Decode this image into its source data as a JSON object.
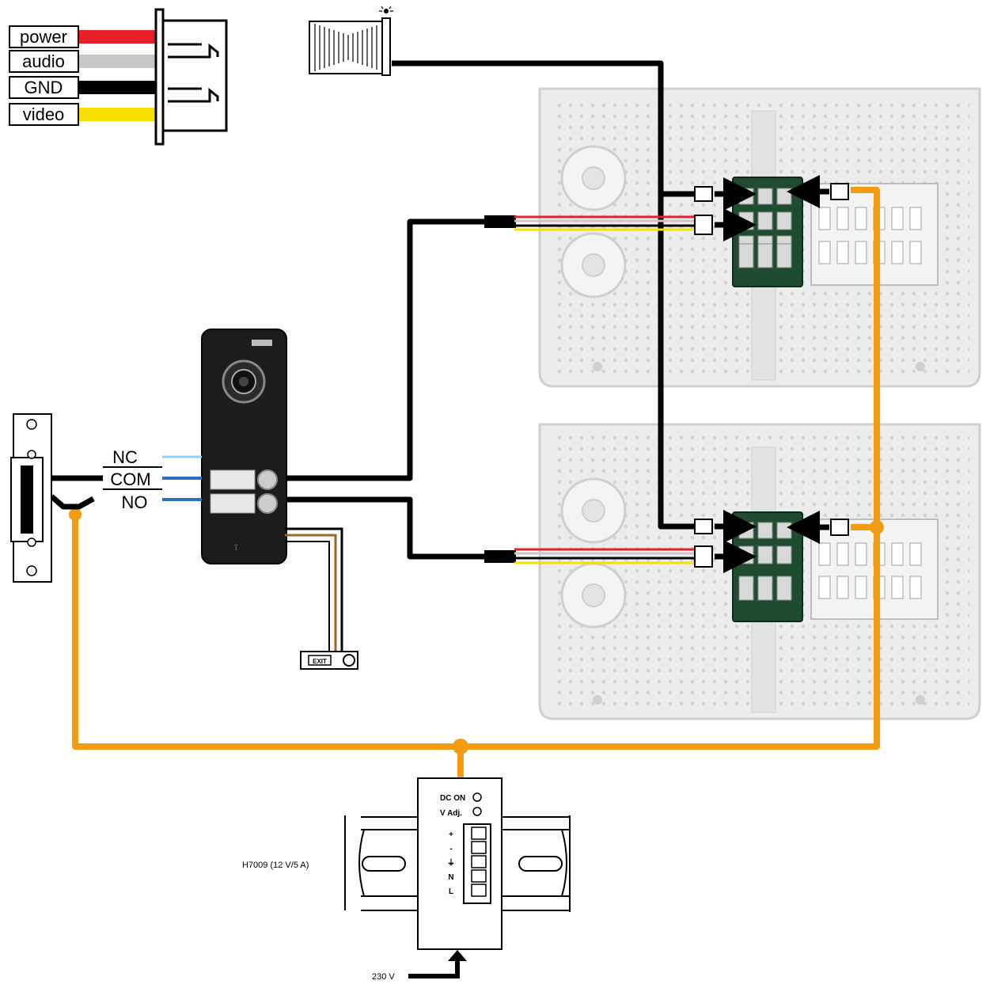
{
  "legend": {
    "items": [
      {
        "label": "power",
        "color": "#e8202a"
      },
      {
        "label": "audio",
        "color": "#c8c8c8"
      },
      {
        "label": "GND",
        "color": "#000000"
      },
      {
        "label": "video",
        "color": "#f5e000"
      }
    ]
  },
  "relay": {
    "nc": "NC",
    "com": "COM",
    "no": "NO"
  },
  "exit_button": {
    "label": "EXIT"
  },
  "power_supply": {
    "model": "H7009 (12 V/5 A)",
    "dc_on": "DC ON",
    "v_adj": "V Adj.",
    "terminals": [
      "+",
      "-",
      "⏚",
      "N",
      "L"
    ],
    "mains": "230 V"
  },
  "colors": {
    "power_line": "#f39c12",
    "signal_wire": "#000000",
    "relay_nc": "#8fd3f0",
    "relay_com_no": "#2f6fc0",
    "monitor_body": "#ececec",
    "pcb": "#1f4b30"
  }
}
